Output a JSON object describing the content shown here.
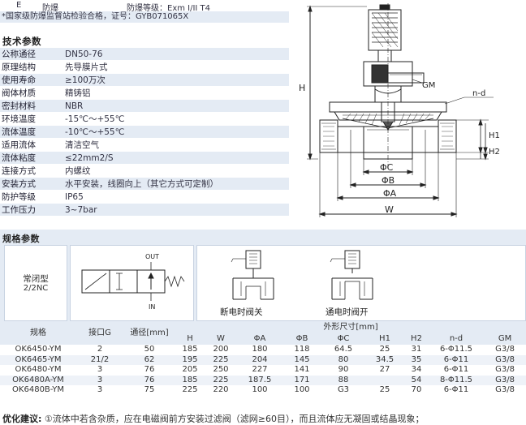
{
  "header": {
    "line1_a": "E",
    "line1_b": "防爆",
    "line1_c": "防爆等级：Exm I/II T4",
    "line2": "*国家级防爆监督站检验合格，证号：GYB071065X"
  },
  "tech": {
    "title": "技术参数",
    "rows": [
      {
        "k": "公称通径",
        "v": "DN50-76"
      },
      {
        "k": "原理结构",
        "v": "先导膜片式"
      },
      {
        "k": "使用寿命",
        "v": "≥100万次"
      },
      {
        "k": "阀体材质",
        "v": "精铸铝"
      },
      {
        "k": "密封材料",
        "v": "NBR"
      },
      {
        "k": "环境温度",
        "v": "-15℃～+55℃"
      },
      {
        "k": "流体温度",
        "v": "-10℃～+55℃"
      },
      {
        "k": "适用流体",
        "v": "清洁空气"
      },
      {
        "k": "流体粘度",
        "v": "≤22mm2/S"
      },
      {
        "k": "连接方式",
        "v": "内螺纹"
      },
      {
        "k": "安装方式",
        "v": "水平安装，线圈向上（其它方式可定制）"
      },
      {
        "k": "防护等级",
        "v": "IP65"
      },
      {
        "k": "工作压力",
        "v": "3~7bar"
      }
    ]
  },
  "drawing": {
    "H": "H",
    "GM": "GM",
    "nd": "n-d",
    "H1": "H1",
    "H2": "H2",
    "phiC": "ΦC",
    "phiB": "ΦB",
    "phiA": "ΦA",
    "W": "W"
  },
  "specs": {
    "title": "规格参数",
    "type_label_1": "常闭型",
    "type_label_2": "2/2NC",
    "out": "OUT",
    "in": "IN",
    "off_caption": "断电时阀关",
    "on_caption": "通电时阀开"
  },
  "table": {
    "h_model": "规格",
    "h_port": "接口G",
    "h_bore": "通径[mm]",
    "h_dims": "外形尺寸[mm]",
    "sub": [
      "H",
      "W",
      "ΦA",
      "ΦB",
      "ΦC",
      "H1",
      "H2",
      "n-d",
      "GM"
    ],
    "rows": [
      [
        "OK6450-YM",
        "2",
        "50",
        "185",
        "200",
        "180",
        "118",
        "64.5",
        "25",
        "31",
        "6-Φ11.5",
        "G3/8"
      ],
      [
        "OK6465-YM",
        "21/2",
        "62",
        "195",
        "225",
        "204",
        "145",
        "80",
        "34.5",
        "35",
        "6-Φ11",
        "G3/8"
      ],
      [
        "OK6480-YM",
        "3",
        "76",
        "205",
        "250",
        "227",
        "141",
        "90",
        "27",
        "34",
        "6-Φ11",
        "G3/8"
      ],
      [
        "OK6480A-YM",
        "3",
        "76",
        "185",
        "225",
        "187.5",
        "171",
        "88",
        "",
        "54",
        "8-Φ11.5",
        "G3/8"
      ],
      [
        "OK6480B-YM",
        "3",
        "75",
        "225",
        "220",
        "100",
        "100",
        "G3",
        "25",
        "70",
        "6-Φ11",
        "G3/8"
      ]
    ]
  },
  "advice": {
    "label": "优化建议:",
    "text": "①流体中若含杂质，应在电磁阀前方安装过滤阀（滤网≥60目），而且流体应无凝固或结晶现象；"
  }
}
